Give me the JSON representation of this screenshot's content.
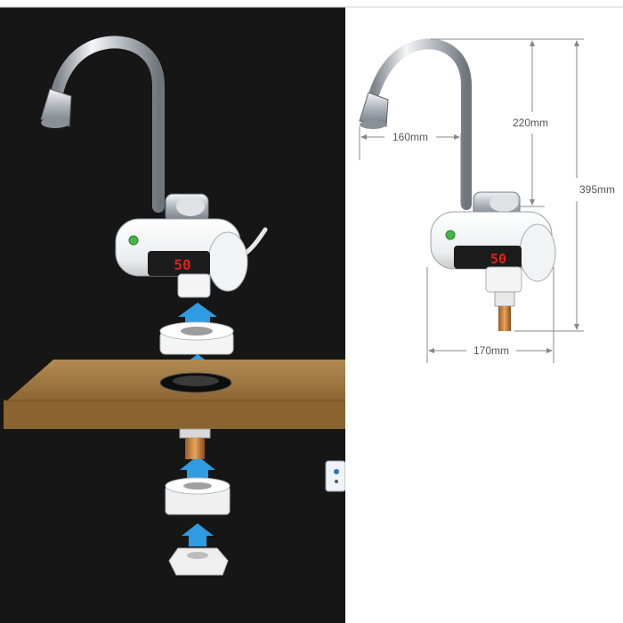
{
  "left_panel": {
    "faucet_display_reading": "50"
  },
  "right_panel": {
    "faucet_display_reading": "50",
    "dimensions": {
      "spout_reach": "160mm",
      "spout_height": "220mm",
      "total_height": "395mm",
      "body_width": "170mm"
    }
  },
  "colors": {
    "left_background": "#161616",
    "right_background": "#ffffff",
    "countertop_wood": "#a67c46",
    "arrow_blue": "#2f9be3",
    "led_red": "#e0201c",
    "chrome": "#c9cdd2"
  }
}
